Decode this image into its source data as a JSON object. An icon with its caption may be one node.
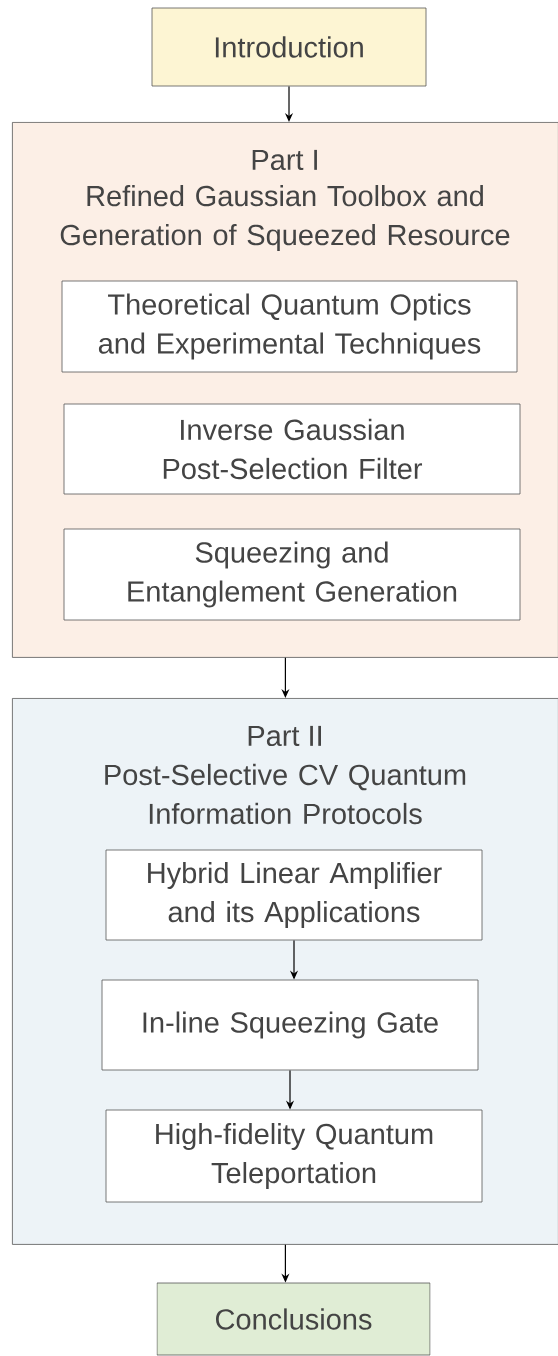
{
  "diagram": {
    "nodes": [
      {
        "text": [
          "Introduction"
        ]
      },
      {
        "text": [
          "Part I",
          "Refined Gaussian Toolbox and Generation of Squeezed Resource"
        ]
      },
      {
        "text": [
          "Theoretical Quantum Optics and Experimental Techniques"
        ],
        "in": 1
      },
      {
        "text": [
          "Inverse Gaussian Post-Selection Filter"
        ],
        "in": 1
      },
      {
        "text": [
          "Squeezing and Entanglement Generation"
        ],
        "in": 1
      },
      {
        "text": [
          "Part II",
          "Post-Selective CV Quantum Information Protocols"
        ]
      },
      {
        "text": [
          "Hybrid Linear Amplifier and its Applications"
        ],
        "in": 5
      },
      {
        "text": [
          "In-line Squeezing Gate"
        ],
        "in": 5
      },
      {
        "text": [
          "High-fidelity Quantum Teleportation"
        ],
        "in": 5
      },
      {
        "text": [
          "Conclusions"
        ]
      }
    ],
    "edges": [
      {
        "from": 0,
        "to": 1,
        "arrow": "to"
      },
      {
        "from": 1,
        "to": 5,
        "arrow": "to"
      },
      {
        "from": 6,
        "to": 7,
        "arrow": "to"
      },
      {
        "from": 7,
        "to": 8,
        "arrow": "to"
      },
      {
        "from": 5,
        "to": 9,
        "arrow": "to"
      }
    ]
  }
}
